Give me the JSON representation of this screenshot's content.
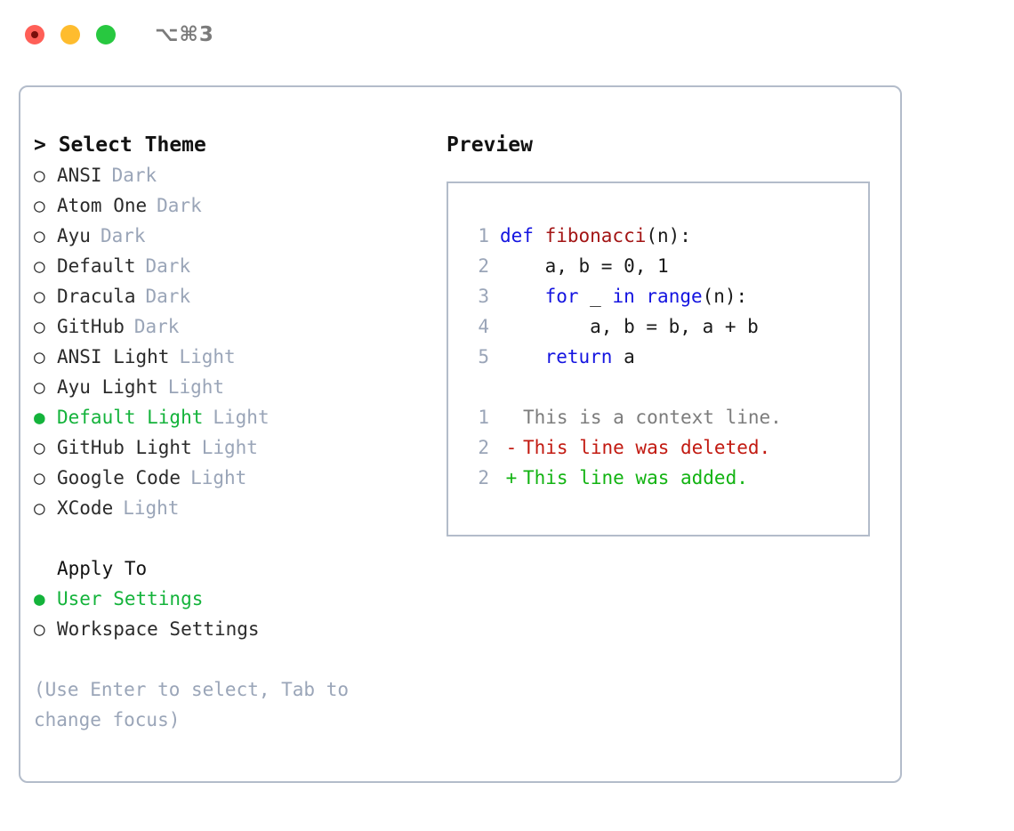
{
  "window": {
    "title_shortcut": "⌥⌘3",
    "traffic_lights": [
      {
        "name": "close",
        "color": "#ff5f57"
      },
      {
        "name": "minimize",
        "color": "#febc2e"
      },
      {
        "name": "maximize",
        "color": "#28c840"
      }
    ]
  },
  "colors": {
    "accent_green": "#14b33b",
    "muted": "#9aa5b8",
    "text": "#2b2b2b",
    "border": "#b3bcca",
    "keyword": "#1414e0",
    "function": "#a31515",
    "diff_add": "#12b312",
    "diff_del": "#c21a11",
    "diff_ctx": "#7c7c7c"
  },
  "theme_picker": {
    "header": "> Select Theme",
    "bullet_unselected": "○",
    "bullet_selected": "●",
    "items": [
      {
        "name": "ANSI",
        "kind": "Dark",
        "selected": false
      },
      {
        "name": "Atom One",
        "kind": "Dark",
        "selected": false
      },
      {
        "name": "Ayu",
        "kind": "Dark",
        "selected": false
      },
      {
        "name": "Default",
        "kind": "Dark",
        "selected": false
      },
      {
        "name": "Dracula",
        "kind": "Dark",
        "selected": false
      },
      {
        "name": "GitHub",
        "kind": "Dark",
        "selected": false
      },
      {
        "name": "ANSI Light",
        "kind": "Light",
        "selected": false
      },
      {
        "name": "Ayu Light",
        "kind": "Light",
        "selected": false
      },
      {
        "name": "Default Light",
        "kind": "Light",
        "selected": true
      },
      {
        "name": "GitHub Light",
        "kind": "Light",
        "selected": false
      },
      {
        "name": "Google Code",
        "kind": "Light",
        "selected": false
      },
      {
        "name": "XCode",
        "kind": "Light",
        "selected": false
      }
    ]
  },
  "apply_to": {
    "title": "Apply To",
    "options": [
      {
        "label": "User Settings",
        "selected": true
      },
      {
        "label": "Workspace Settings",
        "selected": false
      }
    ]
  },
  "hint": "(Use Enter to select, Tab to change focus)",
  "preview": {
    "title": "Preview",
    "code_lines": [
      {
        "num": "1",
        "tokens": [
          {
            "t": "def ",
            "c": "kw"
          },
          {
            "t": "fibonacci",
            "c": "fn"
          },
          {
            "t": "(n):",
            "c": "plain"
          }
        ]
      },
      {
        "num": "2",
        "tokens": [
          {
            "t": "    a, b = 0, 1",
            "c": "plain"
          }
        ]
      },
      {
        "num": "3",
        "tokens": [
          {
            "t": "    ",
            "c": "plain"
          },
          {
            "t": "for",
            "c": "kw"
          },
          {
            "t": " _ ",
            "c": "plain"
          },
          {
            "t": "in",
            "c": "kw"
          },
          {
            "t": " ",
            "c": "plain"
          },
          {
            "t": "range",
            "c": "kw"
          },
          {
            "t": "(n):",
            "c": "plain"
          }
        ]
      },
      {
        "num": "4",
        "tokens": [
          {
            "t": "        a, b = b, a + b",
            "c": "plain"
          }
        ]
      },
      {
        "num": "5",
        "tokens": [
          {
            "t": "    ",
            "c": "plain"
          },
          {
            "t": "return",
            "c": "kw"
          },
          {
            "t": " a",
            "c": "plain"
          }
        ]
      }
    ],
    "diff_lines": [
      {
        "num": "1",
        "mark": " ",
        "text": "This is a context line.",
        "kind": "ctx"
      },
      {
        "num": "2",
        "mark": "-",
        "text": "This line was deleted.",
        "kind": "del"
      },
      {
        "num": "2",
        "mark": "+",
        "text": "This line was added.",
        "kind": "add"
      }
    ]
  }
}
